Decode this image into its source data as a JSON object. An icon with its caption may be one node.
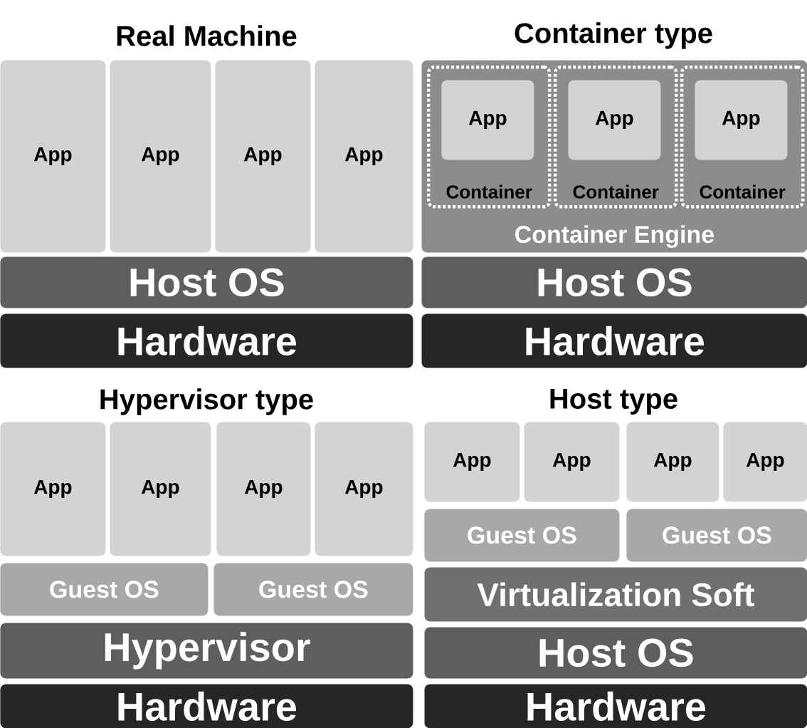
{
  "diagram": {
    "nodes": [
      {
        "text": [
          "App"
        ]
      },
      {
        "text": [
          "App"
        ]
      },
      {
        "text": [
          "App"
        ]
      },
      {
        "text": [
          "App"
        ]
      },
      {
        "text": [
          "Host OS"
        ]
      },
      {
        "text": [
          "Hardware"
        ]
      },
      {
        "text": [
          "Container Engine"
        ]
      },
      {
        "text": [
          "Container"
        ],
        "in": 6
      },
      {
        "text": [
          "App"
        ],
        "in": 7
      },
      {
        "text": [
          "Container"
        ],
        "in": 6
      },
      {
        "text": [
          "App"
        ],
        "in": 9
      },
      {
        "text": [
          "Container"
        ],
        "in": 6
      },
      {
        "text": [
          "App"
        ],
        "in": 11
      },
      {
        "text": [
          "Host OS"
        ]
      },
      {
        "text": [
          "Hardware"
        ]
      },
      {
        "text": [
          "App"
        ]
      },
      {
        "text": [
          "App"
        ]
      },
      {
        "text": [
          "App"
        ]
      },
      {
        "text": [
          "App"
        ]
      },
      {
        "text": [
          "Guest OS"
        ]
      },
      {
        "text": [
          "Guest OS"
        ]
      },
      {
        "text": [
          "Hypervisor"
        ]
      },
      {
        "text": [
          "Hardware"
        ]
      },
      {
        "text": [
          "App"
        ]
      },
      {
        "text": [
          "App"
        ]
      },
      {
        "text": [
          "App"
        ]
      },
      {
        "text": [
          "App"
        ]
      },
      {
        "text": [
          "Guest OS"
        ]
      },
      {
        "text": [
          "Guest OS"
        ]
      },
      {
        "text": [
          "Virtualization Soft"
        ]
      },
      {
        "text": [
          "Host OS"
        ]
      },
      {
        "text": [
          "Hardware"
        ]
      }
    ],
    "labels": [
      "Real Machine",
      "Container type",
      "Hypervisor type",
      "Host type"
    ]
  }
}
